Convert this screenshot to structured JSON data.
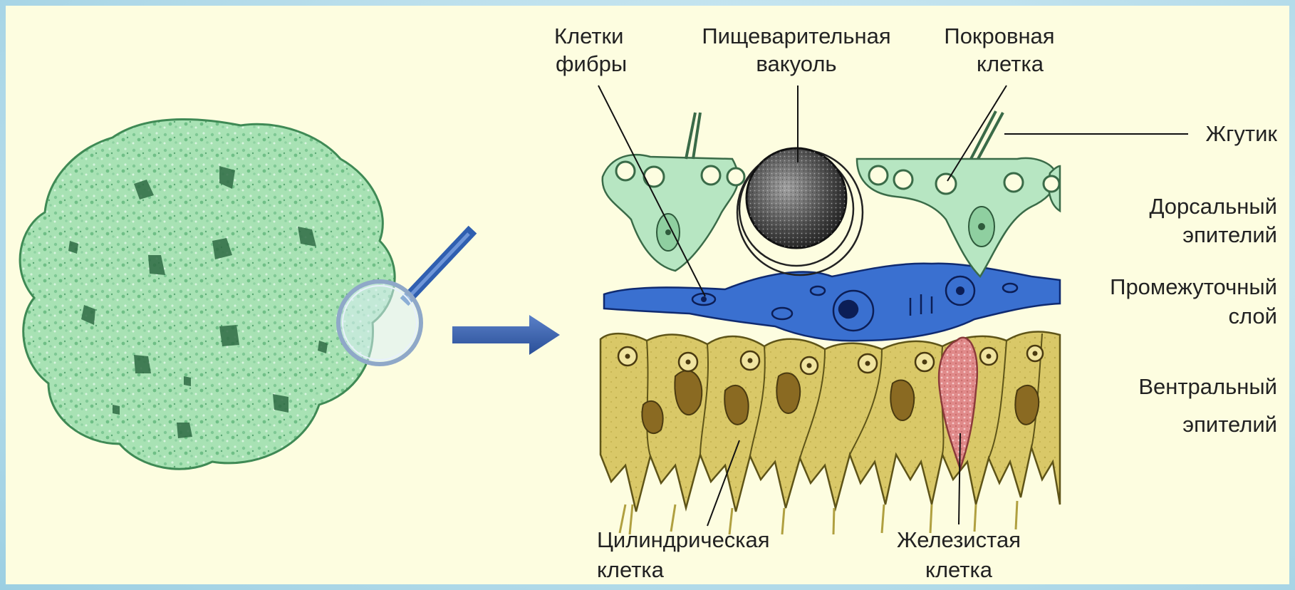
{
  "labels": {
    "fiber_cells": [
      "Клетки",
      "фибры"
    ],
    "digestive_vacuole": [
      "Пищеварительная",
      "вакуоль"
    ],
    "cover_cell": [
      "Покровная",
      "клетка"
    ],
    "flagellum": "Жгутик",
    "dorsal_epithelium": [
      "Дорсальный",
      "эпителий"
    ],
    "intermediate_layer": [
      "Промежуточный",
      "слой"
    ],
    "ventral_epithelium": [
      "Вентральный",
      "эпителий"
    ],
    "cylindrical_cell": [
      "Цилиндрическая",
      "клетка"
    ],
    "glandular_cell": [
      "Железистая",
      "клетка"
    ]
  },
  "colors": {
    "organism": "#a8e2b4",
    "organism_outline": "#3f8a55",
    "dorsal": "#b7e6c2",
    "intermediate": "#3a70d0",
    "ventral": "#d9c868",
    "gland": "#e08a8a",
    "arrow": "#3b5fa8"
  }
}
